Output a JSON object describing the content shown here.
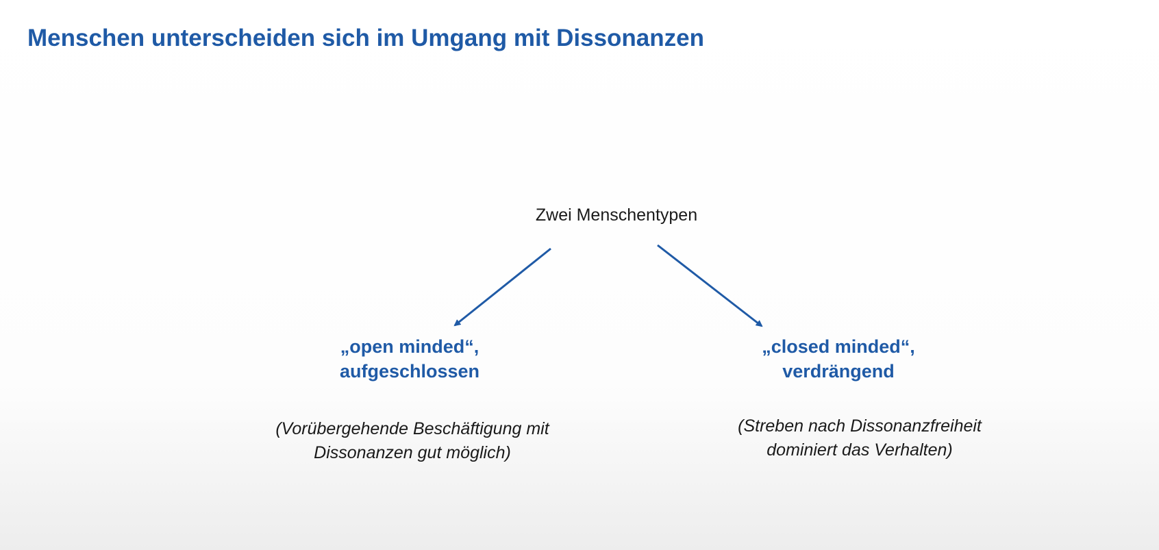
{
  "slide": {
    "title": "Menschen unterscheiden sich im Umgang mit Dissonanzen"
  },
  "diagram": {
    "root_label": "Zwei Menschentypen",
    "arrow_color": "#1f5aa6",
    "types": [
      {
        "heading_line1": "„open minded“,",
        "heading_line2": "aufgeschlossen",
        "desc_line1": "(Vorübergehende Beschäftigung mit",
        "desc_line2": "Dissonanzen gut möglich)"
      },
      {
        "heading_line1": "„closed minded“,",
        "heading_line2": "verdrängend",
        "desc_line1": "(Streben nach Dissonanzfreiheit",
        "desc_line2": "dominiert das Verhalten)"
      }
    ]
  }
}
